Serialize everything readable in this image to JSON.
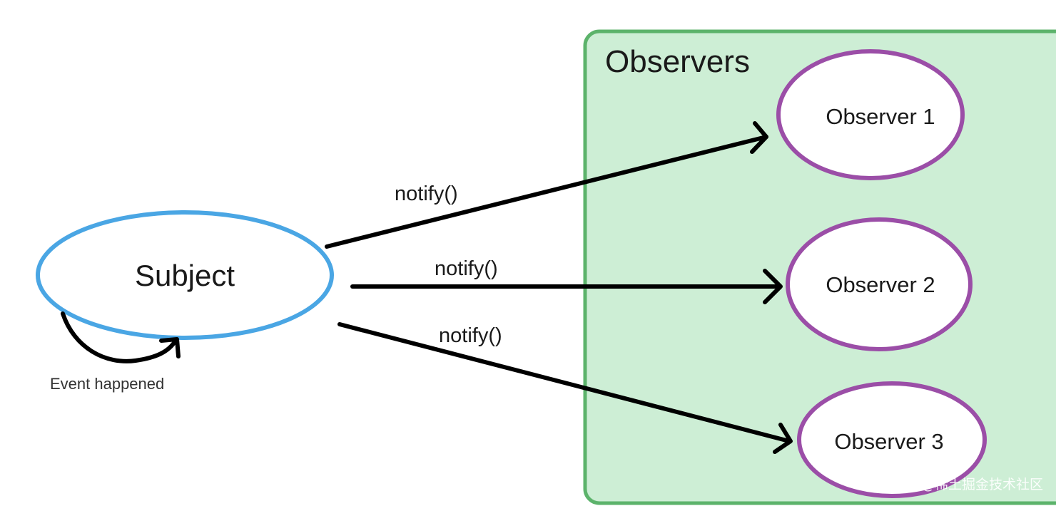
{
  "group": {
    "title": "Observers",
    "fill": "#cdeed5",
    "stroke": "#5cb36b"
  },
  "subject": {
    "label": "Subject",
    "stroke": "#4aa6e4"
  },
  "observers": [
    {
      "label": "Observer 1"
    },
    {
      "label": "Observer 2"
    },
    {
      "label": "Observer 3"
    }
  ],
  "observer_stroke": "#9b4ea7",
  "edges": [
    {
      "from": "Subject",
      "to": "Observer 1",
      "label": "notify()"
    },
    {
      "from": "Subject",
      "to": "Observer 2",
      "label": "notify()"
    },
    {
      "from": "Subject",
      "to": "Observer 3",
      "label": "notify()"
    }
  ],
  "self_loop": {
    "label": "Event happened"
  },
  "watermark": "@稀土掘金技术社区"
}
